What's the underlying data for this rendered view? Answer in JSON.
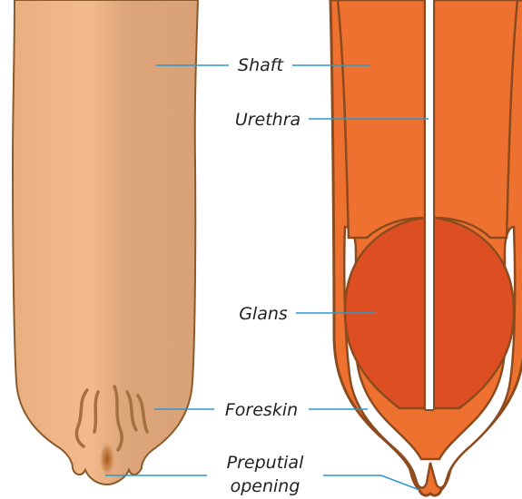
{
  "labels": {
    "shaft": "Shaft",
    "urethra": "Urethra",
    "glans": "Glans",
    "foreskin": "Foreskin",
    "preputial_line1": "Preputial",
    "preputial_line2": "opening"
  },
  "colors": {
    "skin": "#e2ab7f",
    "skin_highlight": "#f0b688",
    "skin_outline": "#8a5a2b",
    "fold": "#a7703f",
    "opening": "#9e5617",
    "shaft_fill": "#ee7130",
    "glans_fill": "#dd4f23",
    "anatomy_outline": "#8c4b1e",
    "leader_line": "#2c97cf",
    "text": "#222222"
  }
}
